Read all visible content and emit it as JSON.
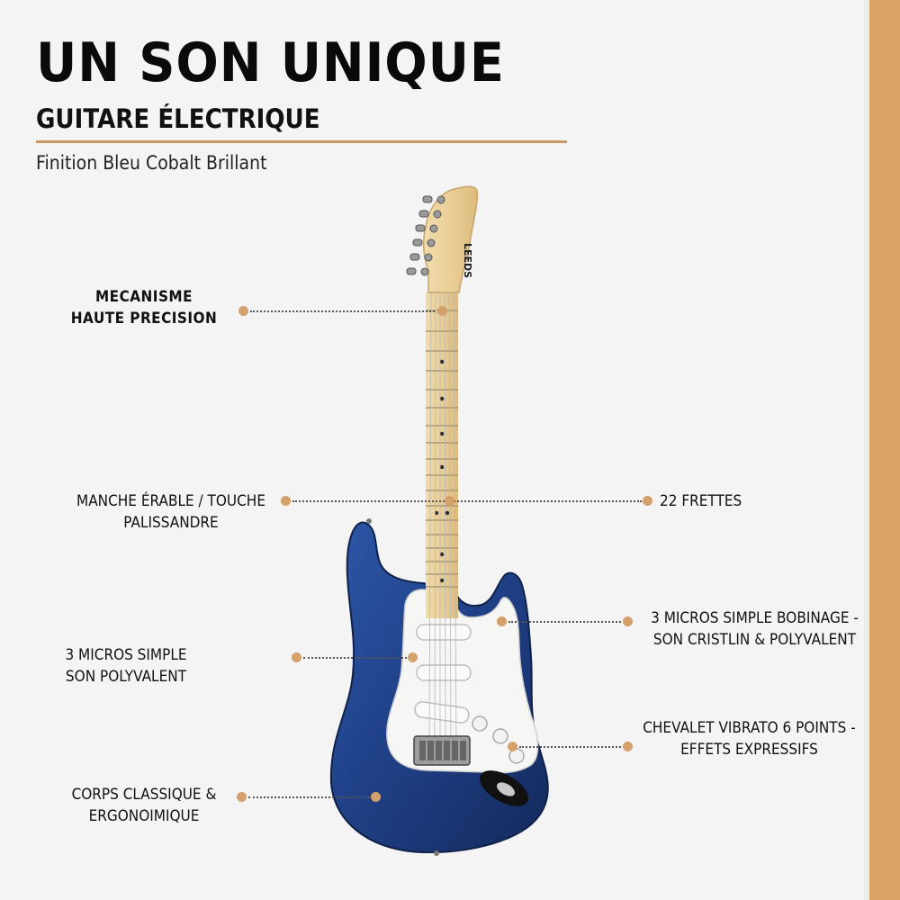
{
  "header": {
    "title": "UN SON UNIQUE",
    "subtitle": "GUITARE ÉLECTRIQUE",
    "finish": "Finition Bleu Cobalt Brillant"
  },
  "headstock_logo": "LEEDS",
  "callouts": [
    {
      "id": "mecanisme",
      "text": "MECANISME\nHAUTE PRECISION"
    },
    {
      "id": "manche",
      "text": "MANCHE ÉRABLE / TOUCHE\nPALISSANDRE"
    },
    {
      "id": "frettes",
      "text": "22 FRETTES"
    },
    {
      "id": "micros-bobinage",
      "text": "3 MICROS SIMPLE BOBINAGE -\nSON CRISTLIN & POLYVALENT"
    },
    {
      "id": "micros-simple",
      "text": "3 MICROS SIMPLE\nSON POLYVALENT"
    },
    {
      "id": "chevalet",
      "text": "CHEVALET VIBRATO 6 POINTS -\nEFFETS EXPRESSIFS"
    },
    {
      "id": "corps",
      "text": "CORPS CLASSIQUE &\nERGONOIMIQUE"
    }
  ],
  "colors": {
    "accent": "#d4a06b",
    "side_bar": "#d9a464",
    "body": "#1f3f85",
    "pickguard": "#f6f6f4",
    "maple": "#e9cf98"
  }
}
